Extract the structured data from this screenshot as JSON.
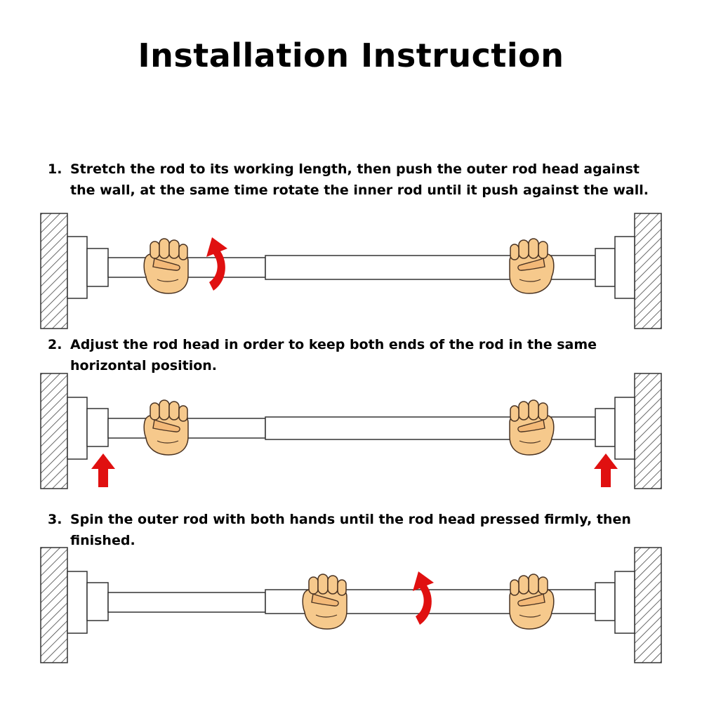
{
  "title": "Installation Instruction",
  "steps": [
    {
      "number": "1.",
      "text": "Stretch the rod to its working length, then push the outer rod head against the wall, at the same time rotate the inner rod until it push against the wall."
    },
    {
      "number": "2.",
      "text": "Adjust the rod head in order to keep both ends of the rod in the same horizontal position."
    },
    {
      "number": "3.",
      "text": "Spin the outer rod with both hands until the rod head pressed firmly, then finished."
    }
  ],
  "icons": [
    "wall-icon",
    "fist-icon",
    "rotate-arrow-icon",
    "up-arrow-icon"
  ],
  "colors": {
    "arrow": "#e01010",
    "skin": "#f6c98c",
    "skin_outline": "#4a3322",
    "line": "#333333"
  }
}
